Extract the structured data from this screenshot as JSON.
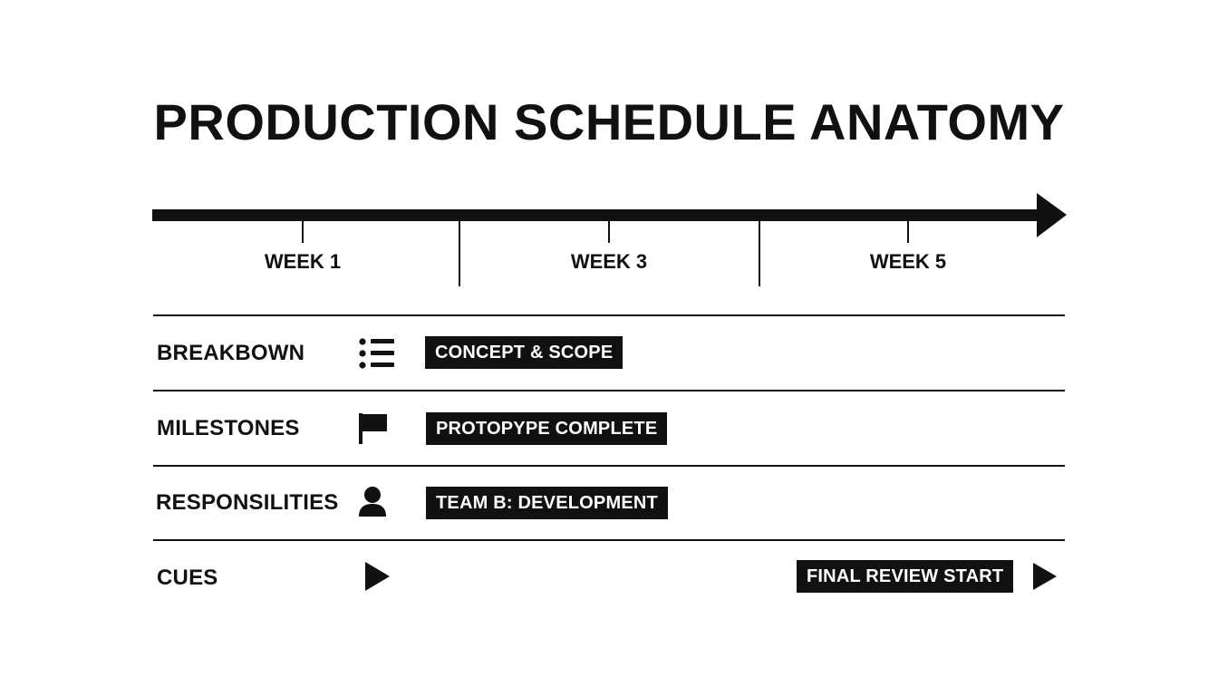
{
  "title": "PRODUCTION SCHEDULE ANATOMY",
  "timeline": {
    "weeks": [
      "WEEK 1",
      "WEEK 3",
      "WEEK 5"
    ]
  },
  "rows": [
    {
      "label": "BREAKBOWN",
      "icon": "list-icon",
      "tag": "CONCEPT & SCOPE"
    },
    {
      "label": "MILESTONES",
      "icon": "flag-icon",
      "tag": "PROTOPYPE COMPLETE"
    },
    {
      "label": "RESPONSILITIES",
      "icon": "person-icon",
      "tag": "TEAM B: DEVELOPMENT"
    },
    {
      "label": "CUES",
      "icon": "play-icon",
      "tag": "FINAL REVIEW START",
      "end_icon": "play-icon"
    }
  ],
  "colors": {
    "ink": "#111111",
    "background": "#ffffff",
    "tag_text": "#ffffff"
  }
}
